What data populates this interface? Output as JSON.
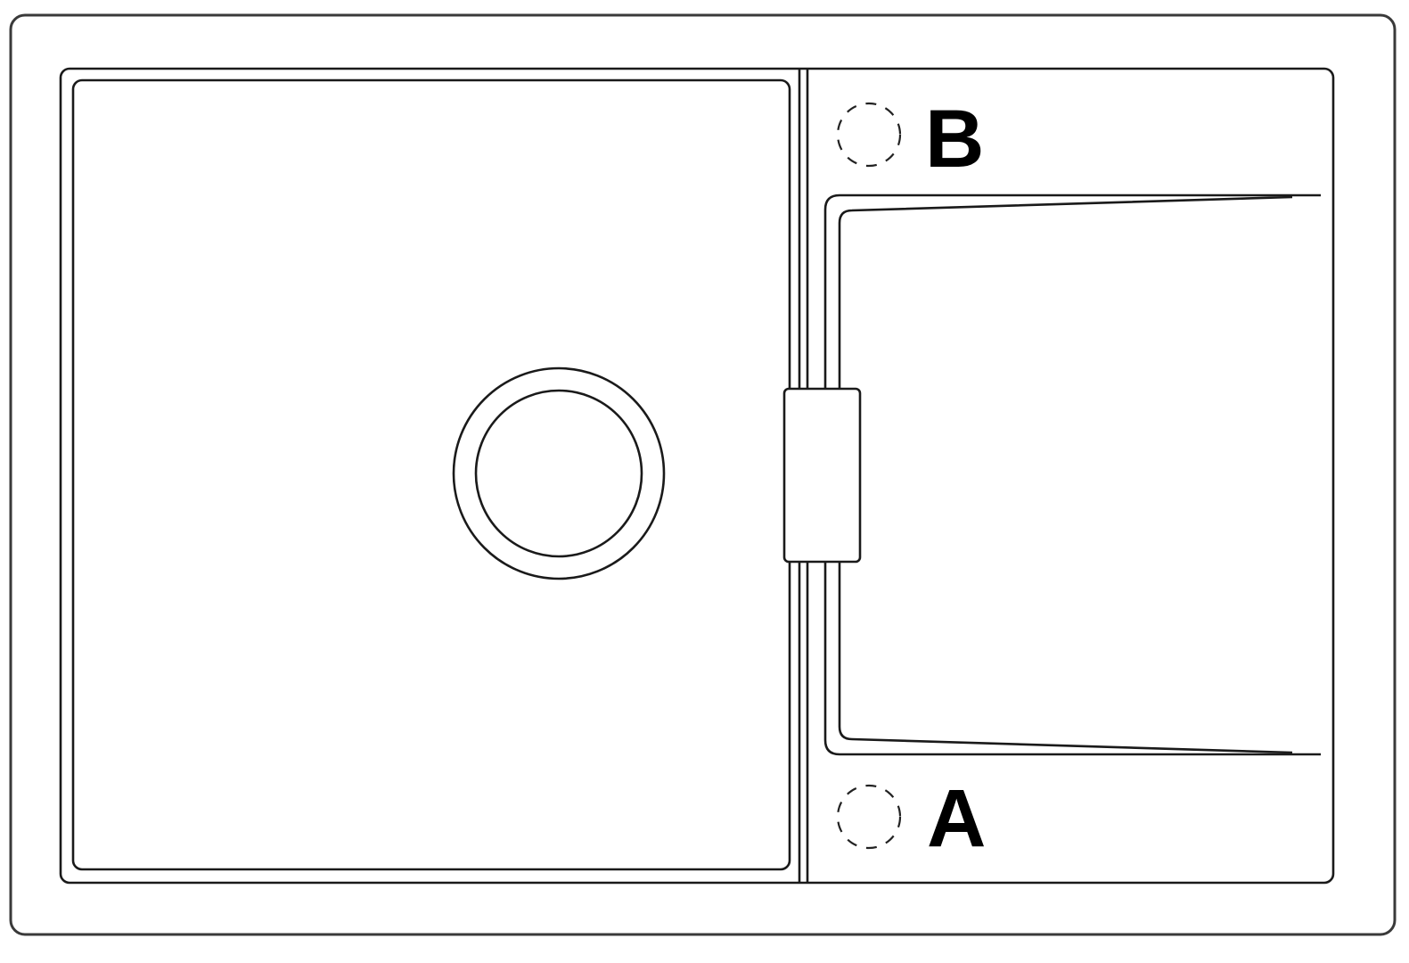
{
  "diagram": {
    "type": "technical-drawing",
    "subject": "inset kitchen sink, top view, single bowl with drainboard",
    "colors": {
      "line": "#1a1a1a",
      "background": "#ffffff",
      "label": "#000000"
    },
    "tap_holes": [
      {
        "id": "B",
        "label": "B",
        "position": "top-right deck (above drainboard)"
      },
      {
        "id": "A",
        "label": "A",
        "position": "bottom-right deck (below drainboard)"
      }
    ],
    "components": [
      "outer-frame",
      "sink-rim",
      "bowl",
      "drain",
      "overflow-divider",
      "drainboard"
    ]
  }
}
